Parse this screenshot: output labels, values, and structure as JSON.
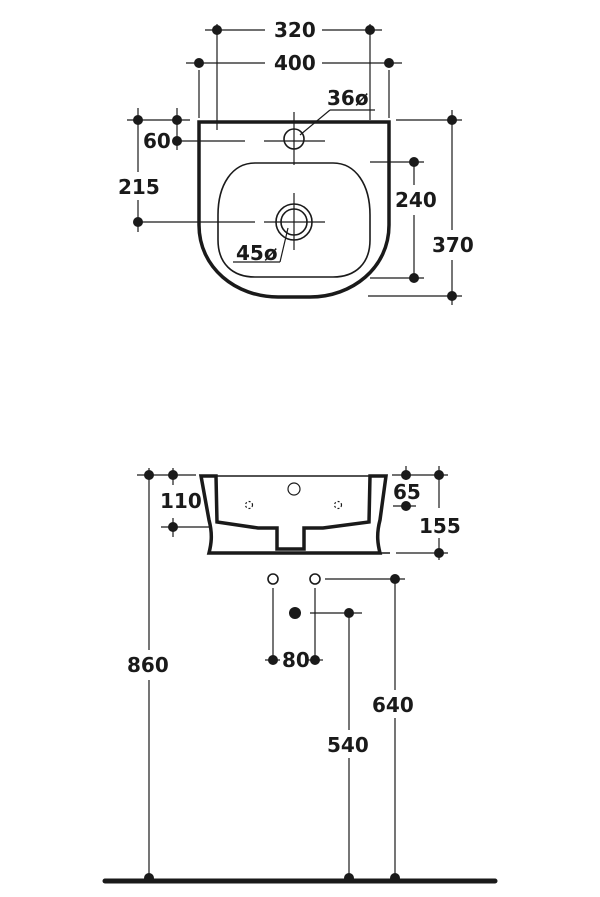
{
  "top_view": {
    "dims": {
      "tap_spacing": "320",
      "width": "400",
      "tap_hole": "36ø",
      "tap_offset": "60",
      "drain_offset": "215",
      "bowl_depth": "240",
      "depth": "370",
      "drain_hole": "45ø"
    }
  },
  "side_view": {
    "dims": {
      "height_left": "110",
      "rim": "65",
      "height": "155",
      "mount_height": "860",
      "pipe_spacing": "80",
      "pipe_height": "640",
      "waste_height": "540"
    }
  },
  "colors": {
    "ink": "#1a1a1a",
    "background": "#ffffff"
  }
}
